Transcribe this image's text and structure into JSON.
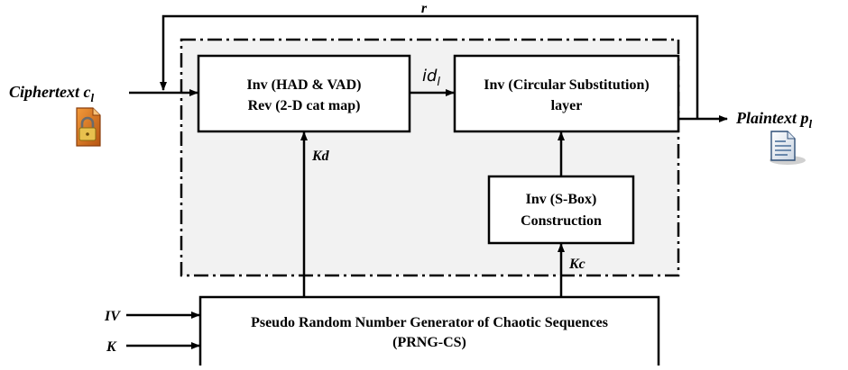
{
  "blocks": {
    "inv_had_vad": {
      "line1": "Inv (HAD & VAD)",
      "line2": "Rev (2-D cat map)"
    },
    "inv_circular": {
      "line1": "Inv (Circular Substitution)",
      "line2": "layer"
    },
    "inv_sbox": {
      "line1": "Inv (S-Box)",
      "line2": "Construction"
    },
    "prng": {
      "line1": "Pseudo Random Number Generator of Chaotic Sequences",
      "line2": "(PRNG-CS)"
    }
  },
  "signals": {
    "feedback": "r",
    "intermediate_base": "id",
    "intermediate_sub": "l",
    "kd": "Kd",
    "kc": "Kc",
    "iv": "IV",
    "k": "K"
  },
  "input": {
    "base": "Ciphertext c",
    "sub": "l",
    "icon": "lock-icon"
  },
  "output": {
    "base": "Plaintext p",
    "sub": "l",
    "icon": "document-icon"
  },
  "colors": {
    "dashed_region_fill": "#f2f2f2",
    "lock_orange": "#e07820",
    "lock_gold": "#d9a62e",
    "document_blue": "#4a6f9a"
  }
}
